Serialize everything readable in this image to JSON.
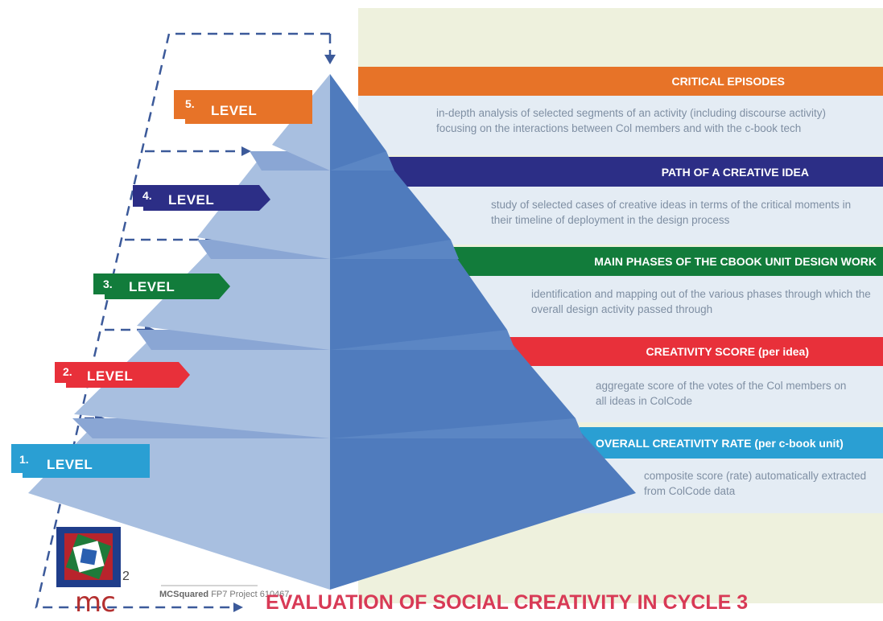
{
  "title": "EVALUATION OF SOCIAL CREATIVITY IN CYCLE 3",
  "credit": {
    "org": "MCSquared",
    "rest": "FP7 Project 610467"
  },
  "logo": {
    "text": "mc",
    "sup": "2"
  },
  "levels": [
    {
      "num": "5.",
      "label": "LEVEL",
      "color": "#e77328",
      "band": "CRITICAL EPISODES",
      "desc": "in-depth analysis of selected segments of an activity (including discourse activity) focusing on  the interactions between Col members and with the c-book tech"
    },
    {
      "num": "4.",
      "label": "LEVEL",
      "color": "#2c2e86",
      "band": "PATH OF A CREATIVE IDEA",
      "desc": "study of selected cases of creative ideas in terms of the critical moments in their timeline of deployment in the design process"
    },
    {
      "num": "3.",
      "label": "LEVEL",
      "color": "#127c3b",
      "band": "MAIN PHASES OF THE CBOOK UNIT DESIGN WORK",
      "desc": "identification and mapping out of the various phases through which the overall design activity passed through"
    },
    {
      "num": "2.",
      "label": "LEVEL",
      "color": "#e8303a",
      "band": "CREATIVITY SCORE (per idea)",
      "desc": "aggregate score of the votes of the Col members on all ideas in ColCode"
    },
    {
      "num": "1.",
      "label": "LEVEL",
      "color": "#2a9fd3",
      "band": "OVERALL CREATIVITY RATE (per  c-book unit)",
      "desc": "composite score (rate) automatically extracted from ColCode data"
    }
  ]
}
